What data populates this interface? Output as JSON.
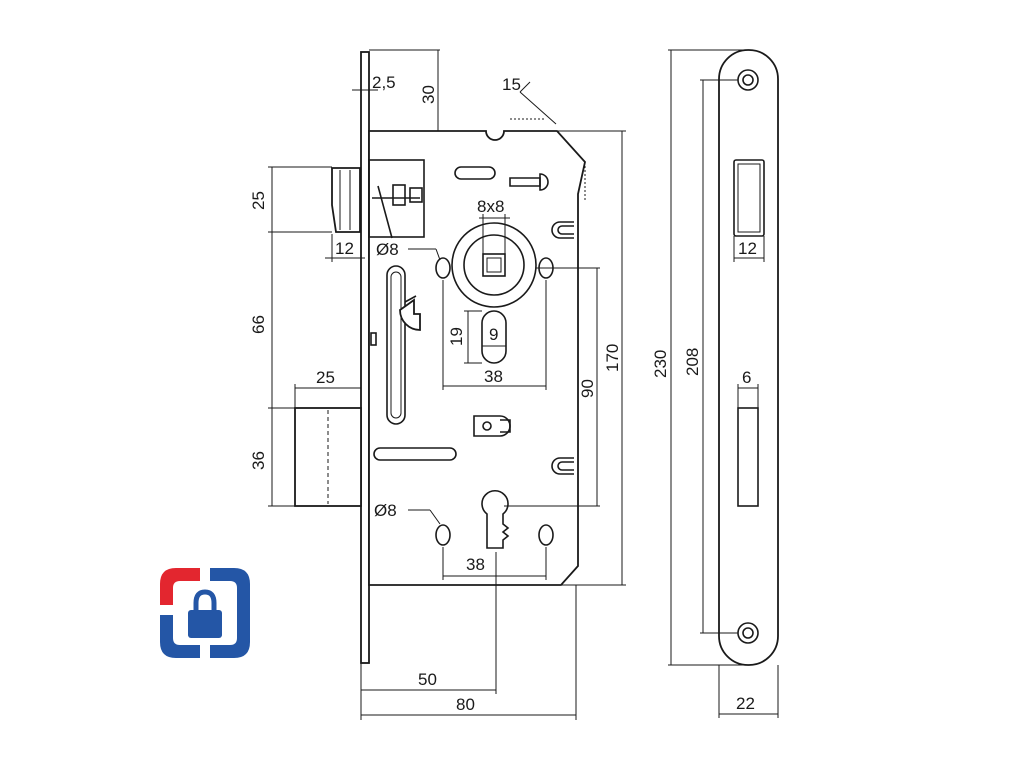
{
  "dimensions": {
    "faceplate_thickness": "2,5",
    "top_offset": "30",
    "bevel_angle": "15",
    "latch_height": "25",
    "latch_width": "12",
    "spacing_66": "66",
    "bolt_projection": "25",
    "bolt_height": "36",
    "hole_top": "Ø8",
    "square_spindle": "8x8",
    "slot_height": "19",
    "slot_width": "9",
    "backset_top": "38",
    "center_distance": "90",
    "case_height": "170",
    "hole_bottom": "Ø8",
    "backset_bottom": "38",
    "backset_key": "50",
    "case_depth": "80",
    "plate_length": "230",
    "hole_spacing": "208",
    "strike_latch_width": "12",
    "strike_bolt_width": "6",
    "plate_width": "22"
  },
  "colors": {
    "line": "#1a1a1a",
    "logo_red": "#e3262f",
    "logo_blue": "#2456a6"
  },
  "logo": {
    "icon": "padlock-icon"
  }
}
